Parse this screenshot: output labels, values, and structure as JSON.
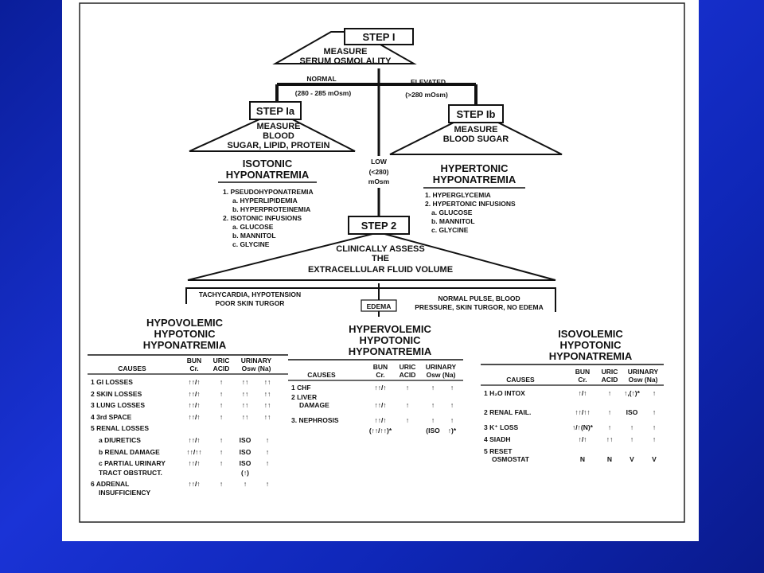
{
  "step1": {
    "title": "STEP I",
    "line1": "MEASURE",
    "line2": "SERUM OSMOLALITY"
  },
  "branches": {
    "normal": "NORMAL",
    "normal_range": "(280 - 285 mOsm)",
    "elevated": "ELEVATED",
    "elevated_range": "(>280 mOsm)",
    "low1": "LOW",
    "low2": "(<280)",
    "low3": "mOsm"
  },
  "step1a": {
    "title": "STEP Ia",
    "line1": "MEASURE",
    "line2": "BLOOD",
    "line3": "SUGAR, LIPID, PROTEIN"
  },
  "step1b": {
    "title": "STEP Ib",
    "line1": "MEASURE",
    "line2": "BLOOD SUGAR"
  },
  "isotonic": {
    "title1": "ISOTONIC",
    "title2": "HYPONATREMIA",
    "items": [
      "1.  PSEUDOHYPONATREMIA",
      "a. HYPERLIPIDEMIA",
      "b. HYPERPROTEINEMIA",
      "2.  ISOTONIC INFUSIONS",
      "a. GLUCOSE",
      "b. MANNITOL",
      "c. GLYCINE"
    ]
  },
  "hypertonic": {
    "title1": "HYPERTONIC",
    "title2": "HYPONATREMIA",
    "items": [
      "1. HYPERGLYCEMIA",
      "2. HYPERTONIC INFUSIONS",
      "a. GLUCOSE",
      "b. MANNITOL",
      "c. GLYCINE"
    ]
  },
  "step2": {
    "title": "STEP 2",
    "line1": "CLINICALLY ASSESS",
    "line2": "THE",
    "line3": "EXTRACELLULAR FLUID VOLUME"
  },
  "assess": {
    "left1": "TACHYCARDIA, HYPOTENSION",
    "left2": "POOR SKIN TURGOR",
    "mid": "EDEMA",
    "right1": "NORMAL PULSE, BLOOD",
    "right2": "PRESSURE, SKIN TURGOR, NO EDEMA"
  },
  "headers": {
    "causes": "CAUSES",
    "bun": "BUN",
    "cr": "Cr.",
    "uric": "URIC",
    "acid": "ACID",
    "urinary": "URINARY",
    "osm": "Osw (Na)"
  },
  "hypovolemic": {
    "title1": "HYPOVOLEMIC",
    "title2": "HYPOTONIC",
    "title3": "HYPONATREMIA",
    "rows": [
      {
        "cause": "1  GI LOSSES",
        "bun": "↑↑/↑",
        "uric": "↑",
        "osm": "↑↑",
        "na": "↑↑"
      },
      {
        "cause": "2  SKIN LOSSES",
        "bun": "↑↑/↑",
        "uric": "↑",
        "osm": "↑↑",
        "na": "↑↑"
      },
      {
        "cause": "3  LUNG LOSSES",
        "bun": "↑↑/↑",
        "uric": "↑",
        "osm": "↑↑",
        "na": "↑↑"
      },
      {
        "cause": "4  3rd SPACE",
        "bun": "↑↑/↑",
        "uric": "↑",
        "osm": "↑↑",
        "na": "↑↑"
      },
      {
        "cause": "5  RENAL LOSSES",
        "bun": "",
        "uric": "",
        "osm": "",
        "na": ""
      },
      {
        "cause": "a  DIURETICS",
        "bun": "↑↑/↑",
        "uric": "↑",
        "osm": "ISO",
        "na": "↑"
      },
      {
        "cause": "b  RENAL DAMAGE",
        "bun": "↑↑/↑↑",
        "uric": "↑",
        "osm": "ISO",
        "na": "↑"
      },
      {
        "cause": "c  PARTIAL URINARY",
        "bun": "↑↑/↑",
        "uric": "↑",
        "osm": "ISO",
        "na": "↑"
      },
      {
        "cause": "TRACT OBSTRUCT.",
        "bun": "",
        "uric": "",
        "osm": "(↑)",
        "na": ""
      },
      {
        "cause": "6  ADRENAL",
        "bun": "↑↑/↑",
        "uric": "↑",
        "osm": "↑",
        "na": "↑"
      },
      {
        "cause": "INSUFFICIENCY",
        "bun": "",
        "uric": "",
        "osm": "",
        "na": ""
      }
    ]
  },
  "hypervolemic": {
    "title1": "HYPERVOLEMIC",
    "title2": "HYPOTONIC",
    "title3": "HYPONATREMIA",
    "rows": [
      {
        "cause": "1  CHF",
        "bun": "↑↑/↑",
        "uric": "↑",
        "osm": "↑",
        "na": "↑"
      },
      {
        "cause": "2  LIVER",
        "bun": "",
        "uric": "",
        "osm": "",
        "na": ""
      },
      {
        "cause": "DAMAGE",
        "bun": "↑↑/↑",
        "uric": "↑",
        "osm": "↑",
        "na": "↑"
      },
      {
        "cause": "3. NEPHROSIS",
        "bun": "↑↑/↑",
        "uric": "↑",
        "osm": "↑",
        "na": "↑"
      },
      {
        "cause": "",
        "bun": "(↑↑/↑↑)*",
        "uric": "",
        "osm": "(ISO",
        "na": "↑)*"
      }
    ]
  },
  "isovolemic": {
    "title1": "ISOVOLEMIC",
    "title2": "HYPOTONIC",
    "title3": "HYPONATREMIA",
    "rows": [
      {
        "cause": "1  H₂O INTOX",
        "bun": "↑/↑",
        "uric": "↑",
        "osm": "↑,(↑)*",
        "na": "↑"
      },
      {
        "cause": "2  RENAL FAIL.",
        "bun": "↑↑/↑↑",
        "uric": "↑",
        "osm": "ISO",
        "na": "↑"
      },
      {
        "cause": "3  K⁺ LOSS",
        "bun": "↑/↑(N)*",
        "uric": "↑",
        "osm": "↑",
        "na": "↑"
      },
      {
        "cause": "4  SIADH",
        "bun": "↑/↑",
        "uric": "↑↑",
        "osm": "↑",
        "na": "↑"
      },
      {
        "cause": "5  RESET",
        "bun": "",
        "uric": "",
        "osm": "",
        "na": ""
      },
      {
        "cause": "OSMOSTAT",
        "bun": "N",
        "uric": "N",
        "osm": "V",
        "na": "V"
      }
    ]
  }
}
